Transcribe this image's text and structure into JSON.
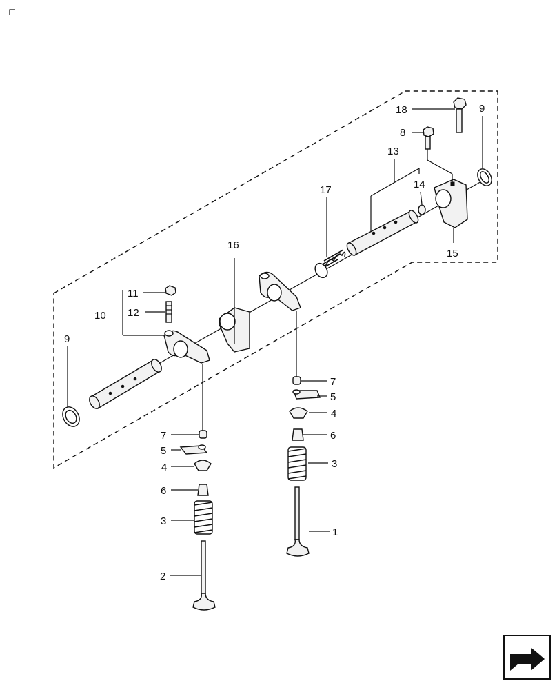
{
  "labels": {
    "l1": "1",
    "l2": "2",
    "l3a": "3",
    "l3b": "3",
    "l4a": "4",
    "l4b": "4",
    "l5a": "5",
    "l5b": "5",
    "l6a": "6",
    "l6b": "6",
    "l7a": "7",
    "l7b": "7",
    "l8": "8",
    "l9a": "9",
    "l9b": "9",
    "l10": "10",
    "l11": "11",
    "l12": "12",
    "l13": "13",
    "l14": "14",
    "l15": "15",
    "l16": "16",
    "l17": "17",
    "l18": "18"
  },
  "icons": {
    "corner_mark": "corner-bracket-icon",
    "nav_arrow": "next-page-arrow-icon"
  },
  "colors": {
    "line": "#111111",
    "part_fill": "#f2f2f2",
    "background": "#ffffff"
  }
}
